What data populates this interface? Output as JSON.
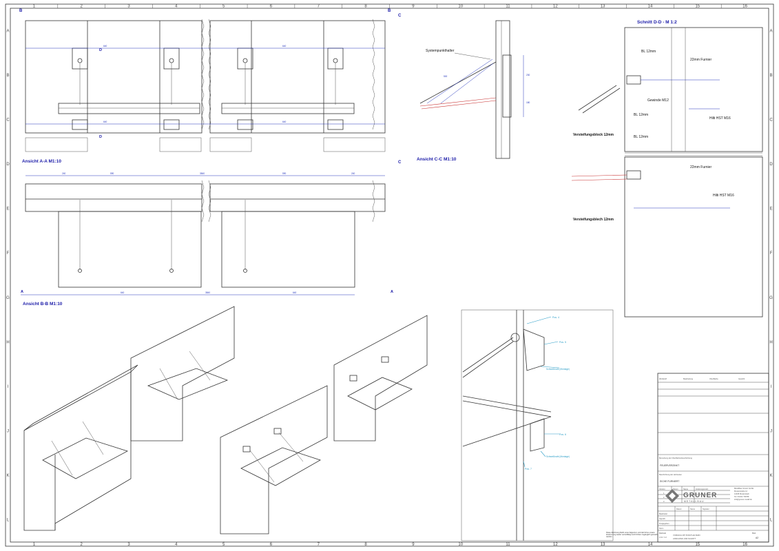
{
  "border": {
    "cols": [
      "1",
      "2",
      "3",
      "4",
      "5",
      "6",
      "7",
      "8",
      "9",
      "10",
      "11",
      "12",
      "13",
      "14",
      "15",
      "16"
    ],
    "rows": [
      "A",
      "B",
      "C",
      "D",
      "E",
      "F",
      "G",
      "H",
      "I",
      "J",
      "K",
      "L"
    ]
  },
  "views": {
    "aa": {
      "title": "Ansicht A-A M1:10",
      "marker": "A"
    },
    "bb": {
      "title": "Ansicht B-B M1:10",
      "marker": "B"
    },
    "cc": {
      "title": "Ansicht C-C M1:10",
      "marker": "C",
      "callout": "Systempunkthalter"
    },
    "dd": {
      "title": "Schnitt D-D - M 1:2",
      "marker": "D",
      "labels": {
        "bl12a": "BL 12mm",
        "furnier1": "22mm Furnier",
        "gewinde": "Gewinde M12",
        "bl12b": "BL 12mm",
        "bl12c": "BL 12mm",
        "hilti1": "Hilti HST M16",
        "versteif1": "Versteifungsblock 12mm",
        "furnier2": "22mm Furnier",
        "hilti2": "Hilti HST M16",
        "versteif2": "Versteifungsblech 12mm"
      }
    }
  },
  "detail_labels": {
    "top_a": "Pos. 4",
    "top_b": "Pos. 5",
    "weld_top": "Schweißnaht (Montage)",
    "mid": "Pos. 6",
    "weld_bottom": "Schweißnaht (Montage)",
    "bottom": "Pos. 7"
  },
  "titleblock": {
    "header_cells": [
      "Werkstoff",
      "Bearbeitung",
      "Oberfläche",
      "Gewicht"
    ],
    "remark_text": "Bemerkung der Oberflächenbeschichtung",
    "finish_value": "FEUERVERZINKT",
    "surface_label": "Beschichtung der Holzseiten",
    "surface_value": "EICHE FURNIERT",
    "rev_headers": [
      "Version",
      "Datum",
      "Name",
      "Änderungsnotiz"
    ],
    "rev_rows": [
      "1",
      "2",
      "3"
    ],
    "company_name": "GRUNER",
    "company_sub": "METALLBAU",
    "address": [
      "Metallbau Gruner GmbH",
      "Musterstraße 12",
      "12345 Musterstadt",
      "Tel. 01234 / 56789",
      "info@gruner-metall.de"
    ],
    "sig_headers": [
      "Datum",
      "Name",
      "Signatur"
    ],
    "sig_rows": [
      "Bearbeitet",
      "Geprüft",
      "Freigegeben",
      "Norm"
    ],
    "drawing_title": "VORDACH MIT PUNKTHALTERN",
    "drawing_sub": "ANSICHTEN UND SCHNITT",
    "scale_label": "Maßstab",
    "scale_value": "1:10 / 1:2",
    "sheet_label": "Blatt",
    "sheet_value": "A2",
    "disclaimer": "Diese Zeichnung bleibt unser Eigentum und darf ohne unsere Zustimmung weder vervielfältigt noch Dritten zugänglich gemacht werden."
  },
  "colors": {
    "dimension": "#2233bb",
    "title": "#1a1aa8",
    "leader": "#2a9dc7",
    "glass": "#c83232"
  }
}
